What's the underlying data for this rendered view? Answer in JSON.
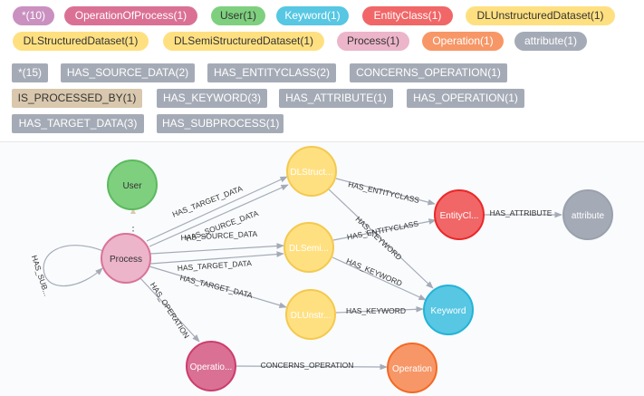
{
  "node_labels": [
    {
      "text": "*(10)",
      "color": "#c990c0",
      "dark": false
    },
    {
      "text": "OperationOfProcess(1)",
      "color": "#da7194",
      "dark": false
    },
    {
      "text": "User(1)",
      "color": "#7ed07f",
      "dark": true
    },
    {
      "text": "Keyword(1)",
      "color": "#57c7e3",
      "dark": false
    },
    {
      "text": "EntityClass(1)",
      "color": "#f16667",
      "dark": false
    },
    {
      "text": "DLUnstructuredDataset(1)",
      "color": "#ffe081",
      "dark": true
    },
    {
      "text": "DLStructuredDataset(1)",
      "color": "#ffe081",
      "dark": true
    },
    {
      "text": "DLSemiStructuredDataset(1)",
      "color": "#ffe081",
      "dark": true
    },
    {
      "text": "Process(1)",
      "color": "#ecb5c9",
      "dark": true
    },
    {
      "text": "Operation(1)",
      "color": "#f79767",
      "dark": false
    },
    {
      "text": "attribute(1)",
      "color": "#a5abb6",
      "dark": false
    }
  ],
  "relationship_types": [
    {
      "text": "*(15)",
      "highlight": false
    },
    {
      "text": "HAS_SOURCE_DATA(2)",
      "highlight": false
    },
    {
      "text": "HAS_ENTITYCLASS(2)",
      "highlight": false
    },
    {
      "text": "CONCERNS_OPERATION(1)",
      "highlight": false
    },
    {
      "text": "IS_PROCESSED_BY(1)",
      "highlight": true
    },
    {
      "text": "HAS_KEYWORD(3)",
      "highlight": false
    },
    {
      "text": "HAS_ATTRIBUTE(1)",
      "highlight": false
    },
    {
      "text": "HAS_OPERATION(1)",
      "highlight": false
    },
    {
      "text": "HAS_TARGET_DATA(3)",
      "highlight": false
    },
    {
      "text": "HAS_SUBPROCESS(1)",
      "highlight": false
    }
  ],
  "graph": {
    "nodes": [
      {
        "id": "user",
        "label": "User",
        "color": "#7ed07f",
        "border": "#5db95e",
        "dark": true
      },
      {
        "id": "process",
        "label": "Process",
        "color": "#ecb5c9",
        "border": "#da7298",
        "dark": true
      },
      {
        "id": "dlstruct",
        "label": "DLStruct...",
        "color": "#ffe081",
        "border": "#f4c94e",
        "dark": false
      },
      {
        "id": "dlsemi",
        "label": "DLSemi...",
        "color": "#ffe081",
        "border": "#f4c94e",
        "dark": false
      },
      {
        "id": "dlunstr",
        "label": "DLUnstr...",
        "color": "#ffe081",
        "border": "#f4c94e",
        "dark": false
      },
      {
        "id": "entitycl",
        "label": "EntityCl...",
        "color": "#f16667",
        "border": "#eb2728",
        "dark": false
      },
      {
        "id": "attribute",
        "label": "attribute",
        "color": "#a5abb6",
        "border": "#9aa1ac",
        "dark": false
      },
      {
        "id": "keyword",
        "label": "Keyword",
        "color": "#57c7e3",
        "border": "#23b3d7",
        "dark": false
      },
      {
        "id": "operatio",
        "label": "Operatio...",
        "color": "#da7194",
        "border": "#cc3c6c",
        "dark": false
      },
      {
        "id": "operation",
        "label": "Operation",
        "color": "#f79767",
        "border": "#f36924",
        "dark": false
      }
    ],
    "edges": [
      {
        "from": "process",
        "to": "user",
        "label": ""
      },
      {
        "from": "process",
        "to": "process",
        "label": "HAS_SUB..."
      },
      {
        "from": "process",
        "to": "dlstruct",
        "label": "HAS_TARGET_DATA"
      },
      {
        "from": "process",
        "to": "dlstruct",
        "label": "HAS_SOURCE_DATA"
      },
      {
        "from": "process",
        "to": "dlsemi",
        "label": "HAS_SOURCE_DATA"
      },
      {
        "from": "process",
        "to": "dlsemi",
        "label": "HAS_TARGET_DATA"
      },
      {
        "from": "process",
        "to": "dlunstr",
        "label": "HAS_TARGET_DATA"
      },
      {
        "from": "process",
        "to": "operatio",
        "label": "HAS_OPERATION"
      },
      {
        "from": "dlstruct",
        "to": "entitycl",
        "label": "HAS_ENTITYCLASS"
      },
      {
        "from": "dlstruct",
        "to": "keyword",
        "label": "HAS_KEYWORD"
      },
      {
        "from": "dlsemi",
        "to": "entitycl",
        "label": "HAS_ENTITYCLASS"
      },
      {
        "from": "dlsemi",
        "to": "keyword",
        "label": "HAS_KEYWORD"
      },
      {
        "from": "dlunstr",
        "to": "keyword",
        "label": "HAS_KEYWORD"
      },
      {
        "from": "entitycl",
        "to": "attribute",
        "label": "HAS_ATTRIBUTE"
      },
      {
        "from": "operatio",
        "to": "operation",
        "label": "CONCERNS_OPERATION"
      }
    ]
  }
}
